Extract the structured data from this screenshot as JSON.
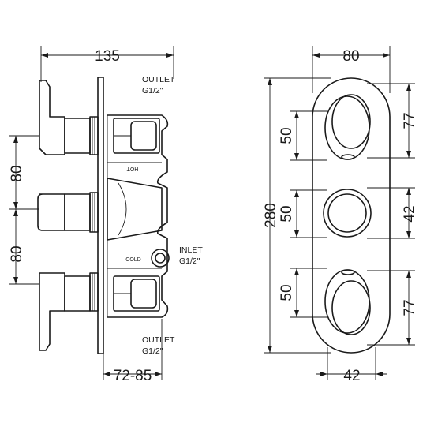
{
  "side_view": {
    "dim_top": "135",
    "dim_left_upper": "80",
    "dim_left_lower": "80",
    "dim_bottom": "72-85",
    "outlet_top": {
      "line1": "OUTLET",
      "line2": "G1/2\""
    },
    "inlet": {
      "line1": "INLET",
      "line2": "G1/2\""
    },
    "outlet_bottom": {
      "line1": "OUTLET",
      "line2": "G1/2\""
    },
    "hot_label": "HOT",
    "cold_label": "COLD"
  },
  "front_view": {
    "dim_top": "80",
    "dim_left_height": "280",
    "dim_left_top": "50",
    "dim_left_mid": "50",
    "dim_left_bottom": "50",
    "dim_right_top": "77",
    "dim_right_mid": "42",
    "dim_right_bottom": "77",
    "dim_bottom": "42"
  }
}
